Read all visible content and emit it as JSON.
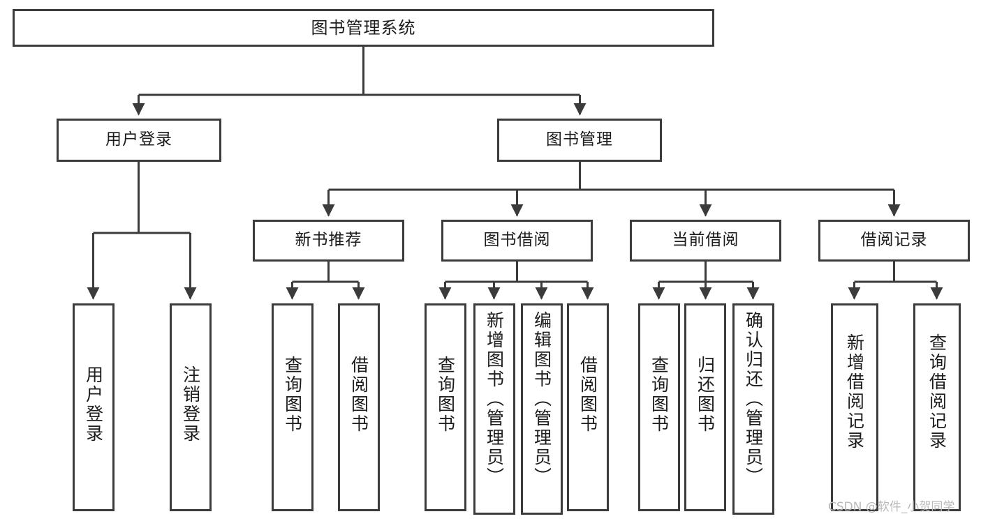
{
  "diagram": {
    "type": "tree",
    "title": "图书管理系统",
    "orientation": "top-down",
    "levels": 4,
    "style": {
      "box_border_color": "#3b3b3b",
      "box_fill_color": "#ffffff",
      "edge_color": "#3b3b3b",
      "text_color": "#1c1c1c",
      "background": "#ffffff"
    }
  },
  "nodes": {
    "root": {
      "label": "图书管理系统"
    },
    "level2": [
      {
        "label": "用户登录"
      },
      {
        "label": "图书管理"
      }
    ],
    "level3": [
      {
        "label": "新书推荐"
      },
      {
        "label": "图书借阅"
      },
      {
        "label": "当前借阅"
      },
      {
        "label": "借阅记录"
      }
    ],
    "leaves": [
      {
        "label": "用户登录",
        "parent": "用户登录"
      },
      {
        "label": "注销登录",
        "parent": "用户登录"
      },
      {
        "label": "查询图书",
        "parent": "新书推荐"
      },
      {
        "label": "借阅图书",
        "parent": "新书推荐"
      },
      {
        "label": "查询图书",
        "parent": "图书借阅"
      },
      {
        "label": "新增图书（管理员）",
        "parent": "图书借阅"
      },
      {
        "label": "编辑图书（管理员）",
        "parent": "图书借阅"
      },
      {
        "label": "借阅图书",
        "parent": "图书借阅"
      },
      {
        "label": "查询图书",
        "parent": "当前借阅"
      },
      {
        "label": "归还图书",
        "parent": "当前借阅"
      },
      {
        "label": "确认归还（管理员）",
        "parent": "当前借阅"
      },
      {
        "label": "新增借阅记录",
        "parent": "借阅记录"
      },
      {
        "label": "查询借阅记录",
        "parent": "借阅记录"
      }
    ]
  },
  "watermark": {
    "text": "CSDN @软件_小贺同学"
  }
}
